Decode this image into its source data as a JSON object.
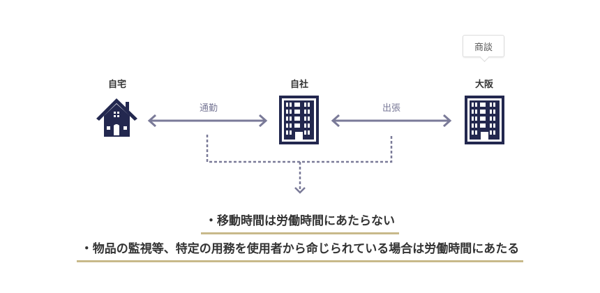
{
  "places": {
    "home": "自宅",
    "office": "自社",
    "osaka": "大阪"
  },
  "arrows": {
    "commute": "通勤",
    "business_trip": "出張"
  },
  "tooltip": "商談",
  "conclusions": [
    "・移動時間は労働時間にあたらない",
    "・物品の監視等、特定の用務を使用者から命じられている場合は労働時間にあたる"
  ],
  "colors": {
    "icon": "#23284f",
    "arrow": "#7a7a98",
    "underline": "#c8b98a"
  }
}
